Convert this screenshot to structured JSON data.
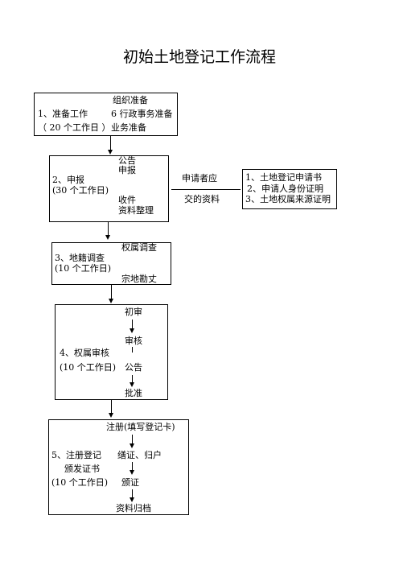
{
  "title": "初始土地登记工作流程",
  "step1": {
    "top": "组织准备",
    "left_line1": "1、准备工作",
    "left_line2": "（ 20 个工作日 ）",
    "right1": "6 行政事务准备",
    "right2": "业务准备"
  },
  "step2": {
    "sub1": "公告",
    "sub2": "申报",
    "name": "2、申报",
    "days": "(30 个工作日)",
    "sub3": "收件",
    "sub4": "资料整理"
  },
  "applicant": {
    "line1": "申请者应",
    "line2": "交的资料"
  },
  "materials": {
    "item1": "1、土地登记申请书",
    "item2": "2、申请人身份证明",
    "item3": "3、土地权属来源证明"
  },
  "step3": {
    "sub1": "权属调查",
    "name": "3、地籍调查",
    "days": "(10 个工作日)",
    "sub2": "宗地勘丈"
  },
  "step4": {
    "sub1": "初审",
    "sub2": "审核",
    "name": "4、权属审核",
    "days": "(10 个工作日)",
    "sub3": "公告",
    "sub4": "批准"
  },
  "step5": {
    "sub1": "注册(填写登记卡)",
    "name": "5、注册登记",
    "name2": "颁发证书",
    "days": "(10 个工作日)",
    "sub2": "缮证、归户",
    "sub3": "颁证",
    "sub4": "资料归档"
  }
}
